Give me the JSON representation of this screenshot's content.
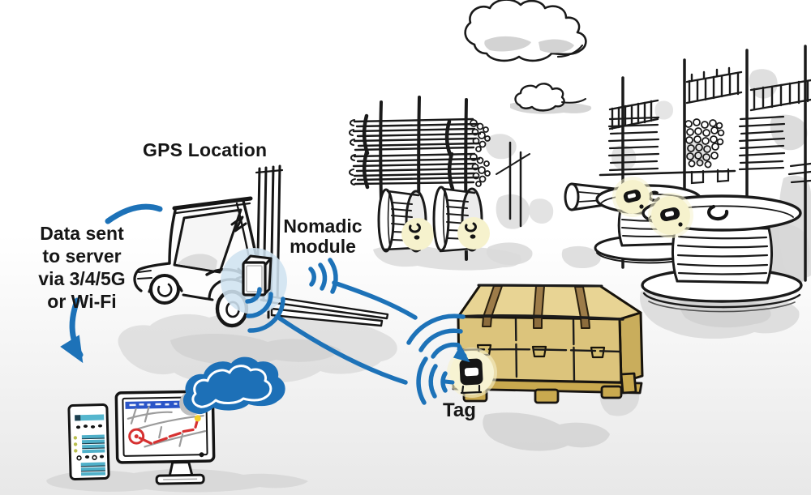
{
  "scene": {
    "title": "Warehouse GPS asset tracking illustration",
    "description": "Hand-drawn sketch: forklift with nomadic module reads tags on crates and cable spools; data sent to server"
  },
  "labels": {
    "gps_location": "GPS Location",
    "nomadic_line1": "Nomadic",
    "nomadic_line2": "module",
    "data_line1": "Data sent",
    "data_line2": "to server",
    "data_line3": "via 3/4/5G",
    "data_line4": "or Wi-Fi",
    "tag": "Tag"
  },
  "icons": {
    "wifi_signal_icon": "three concentric blue arcs",
    "cloud_icon": "blue cloud with white inner outline",
    "tag_icon": "black rounded square with white slot in pale yellow halo",
    "down_arrow_icon": "curved blue arrow pointing down to server",
    "swoosh_icon": "short blue arc stroke",
    "map_route_icon": "red dashed route with start circle and yellow destination dot",
    "server_icon": "tower server with teal stripes",
    "monitor_icon": "desktop monitor with map view"
  },
  "colors": {
    "signal_blue": "#1d72b8",
    "ink": "#1a1a1a",
    "module_halo_blue": "#cfe3f0",
    "highlight_yellow": "#f6f2cd",
    "crate_top": "#e8d494",
    "crate_front": "#dcc47c",
    "crate_side": "#c9ad5c",
    "strap_brown": "#9d7c49",
    "pallet_tan": "#c9a94f",
    "route_red": "#d63131",
    "marker_yellow": "#f2cf2b",
    "server_teal": "#4fb0c9",
    "browser_bar_blue": "#2b55c8",
    "shadow_gray": "#d2d2d2"
  }
}
